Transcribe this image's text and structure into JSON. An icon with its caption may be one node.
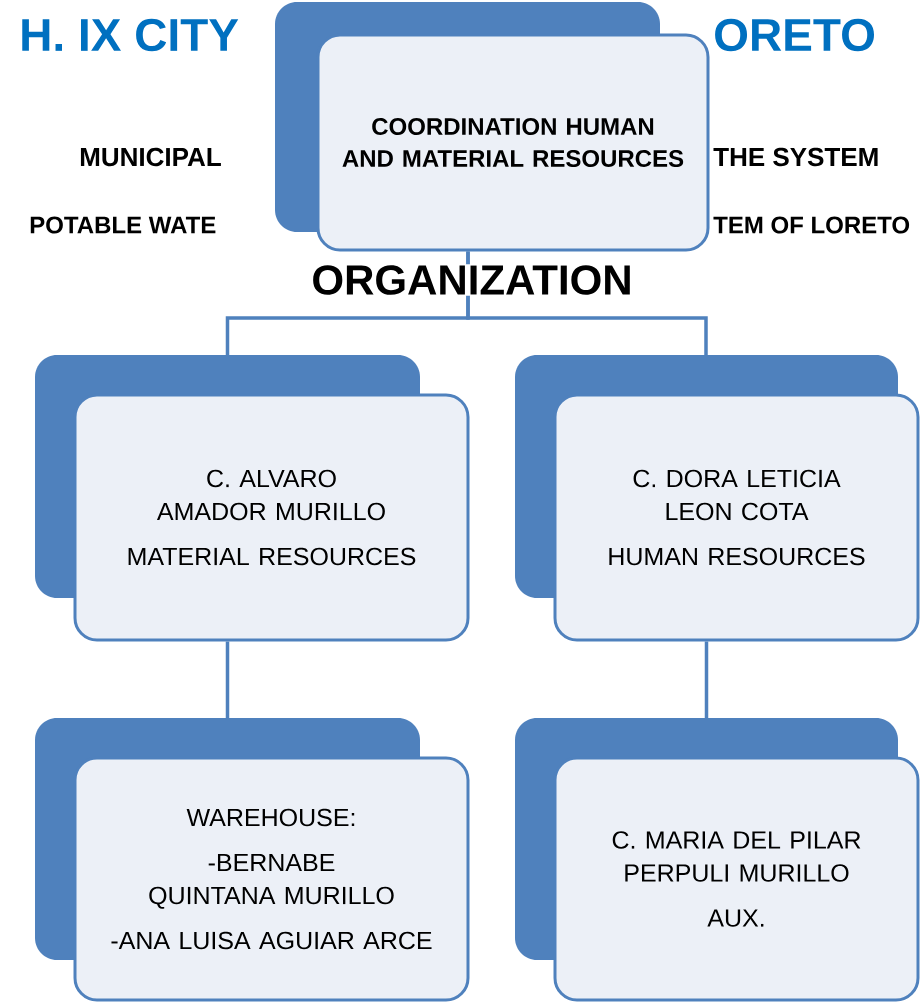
{
  "diagram": {
    "nodes": [
      {
        "text": [
          "COORDINATION HUMAN AND MATERIAL RESOURCES"
        ]
      },
      {
        "text": [
          "C. ALVARO AMADOR MURILLO",
          "MATERIAL RESOURCES"
        ]
      },
      {
        "text": [
          "C. DORA LETICIA LEON COTA",
          "HUMAN RESOURCES"
        ]
      },
      {
        "text": [
          "WAREHOUSE:",
          "-BERNABE QUINTANA MURILLO",
          "-ANA LUISA AGUIAR ARCE"
        ]
      },
      {
        "text": [
          "C. MARIA DEL PILAR PERPULI MURILLO",
          "AUX."
        ]
      }
    ],
    "edges": [
      {
        "from": 0,
        "to": 1,
        "arrow": "none"
      },
      {
        "from": 0,
        "to": 2,
        "arrow": "none"
      },
      {
        "from": 1,
        "to": 3,
        "arrow": "none"
      },
      {
        "from": 2,
        "to": 4,
        "arrow": "none"
      }
    ],
    "labels": [
      "H. IX CITY",
      "ORETO",
      "MUNICIPAL",
      "THE SYSTEM",
      "POTABLE WATE",
      "TEM OF LORETO",
      "ORGANIZATION"
    ]
  }
}
